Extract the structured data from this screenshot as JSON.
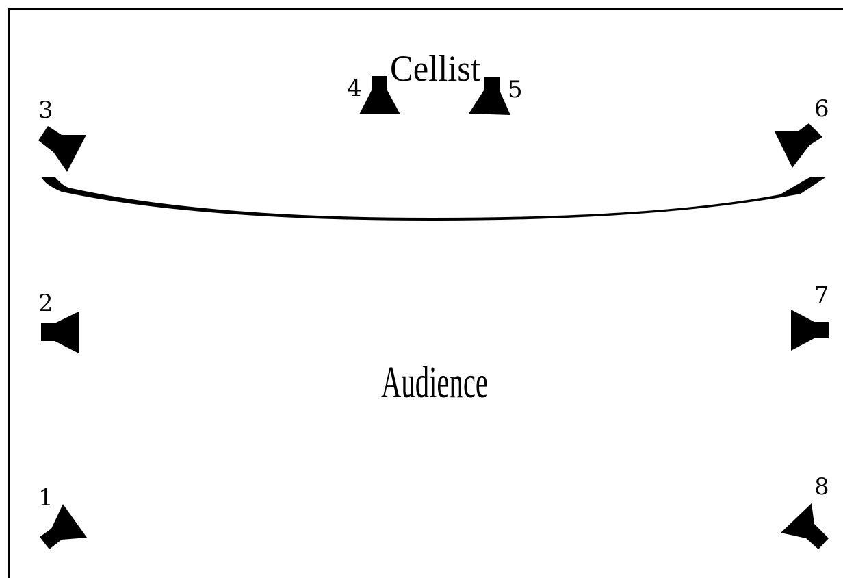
{
  "diagram": {
    "performer_label": "Cellist",
    "audience_label": "Audience",
    "speakers": [
      {
        "label": "1",
        "icon": "speaker-icon",
        "facing": "up-right"
      },
      {
        "label": "2",
        "icon": "speaker-icon",
        "facing": "right"
      },
      {
        "label": "3",
        "icon": "speaker-icon",
        "facing": "down-right"
      },
      {
        "label": "4",
        "icon": "speaker-icon",
        "facing": "down"
      },
      {
        "label": "5",
        "icon": "speaker-icon",
        "facing": "down"
      },
      {
        "label": "6",
        "icon": "speaker-icon",
        "facing": "down-left"
      },
      {
        "label": "7",
        "icon": "speaker-icon",
        "facing": "left"
      },
      {
        "label": "8",
        "icon": "speaker-icon",
        "facing": "up-left"
      }
    ],
    "colors": {
      "ink": "#000000",
      "background": "#ffffff"
    }
  }
}
